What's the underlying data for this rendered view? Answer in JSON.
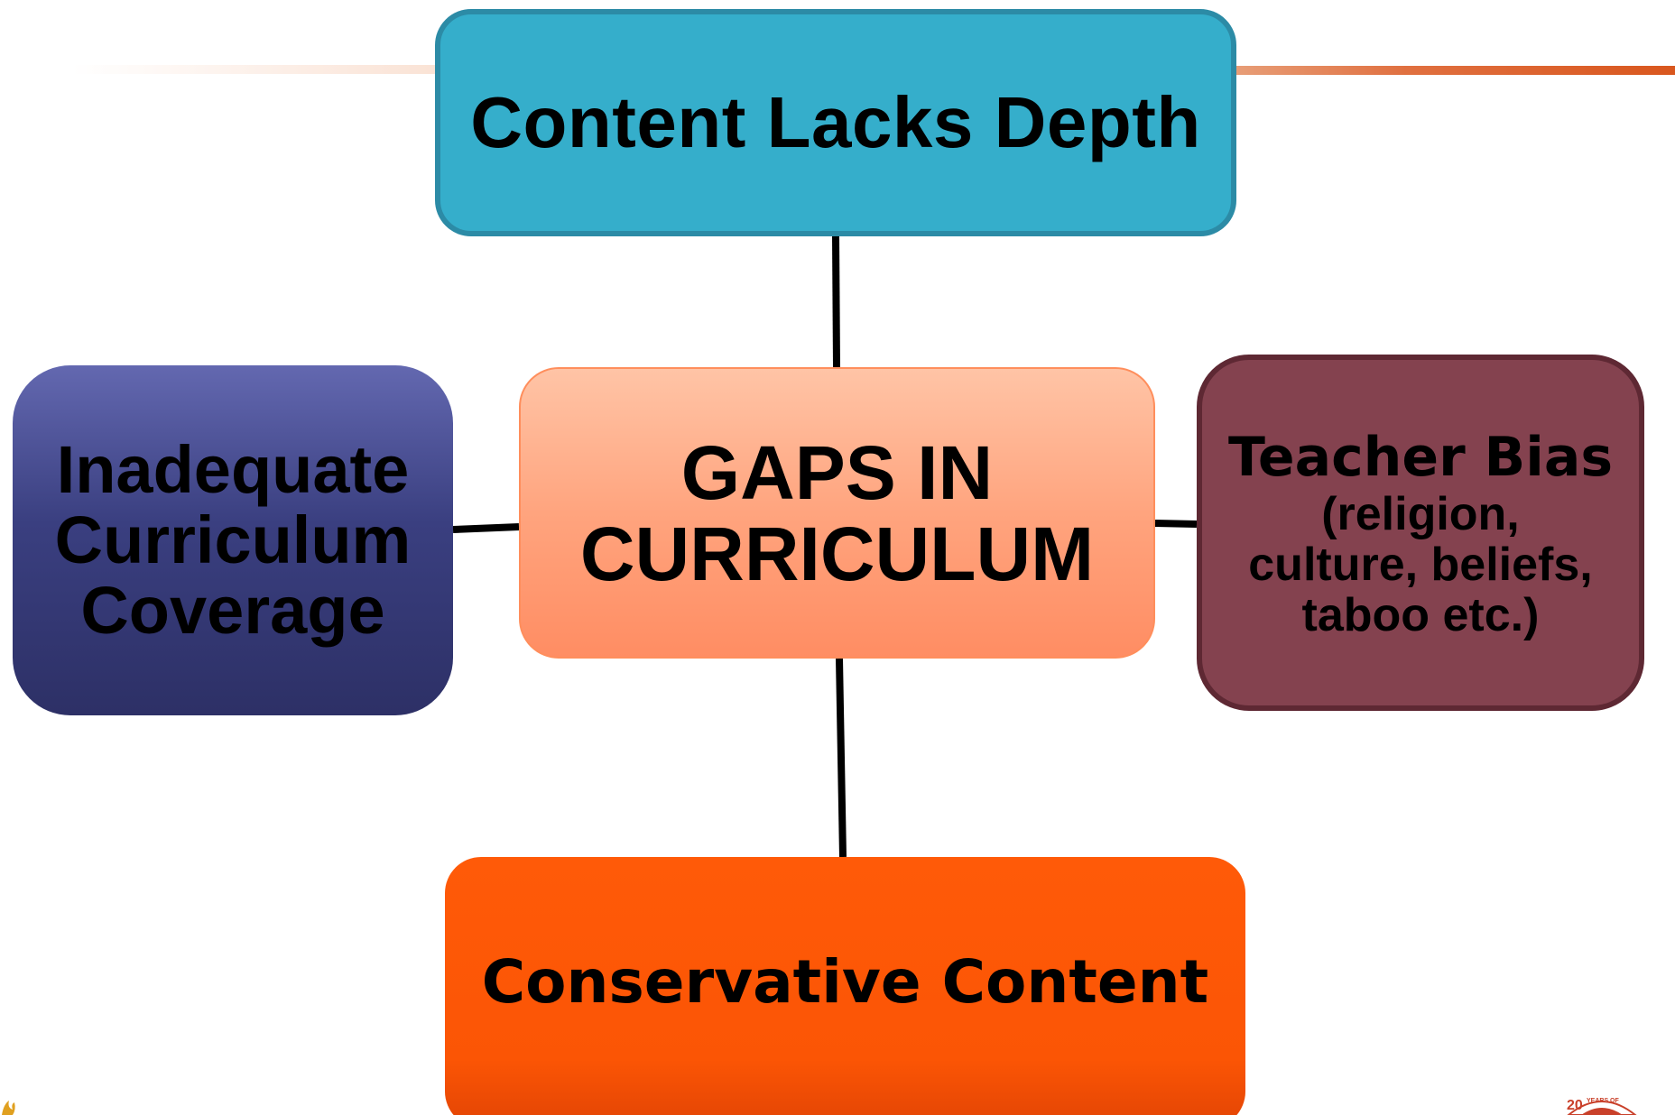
{
  "diagram": {
    "top_node": {
      "label": "Content Lacks Depth",
      "color": "#35aecb"
    },
    "left_node": {
      "lines": [
        "Inadequate",
        "Curriculum",
        "Coverage"
      ],
      "color": "#3a3f80"
    },
    "center_node": {
      "lines": [
        "GAPS IN",
        "CURRICULUM"
      ],
      "color": "#ffa47e"
    },
    "right_node": {
      "title": "Teacher Bias",
      "sub_lines": [
        "(religion,",
        "culture, beliefs,",
        "taboo etc.)"
      ],
      "color": "#84424f"
    },
    "bottom_node": {
      "label": "Conservative Content",
      "color": "#ff5a08"
    }
  },
  "colors": {
    "connector": "#000000",
    "accent_line": "#d9571e"
  },
  "icons": {
    "logo_left": "flame-logo-icon",
    "logo_right": "anniversary-seal-icon"
  },
  "footer": {
    "seal_text": "20 YEARS OF"
  }
}
